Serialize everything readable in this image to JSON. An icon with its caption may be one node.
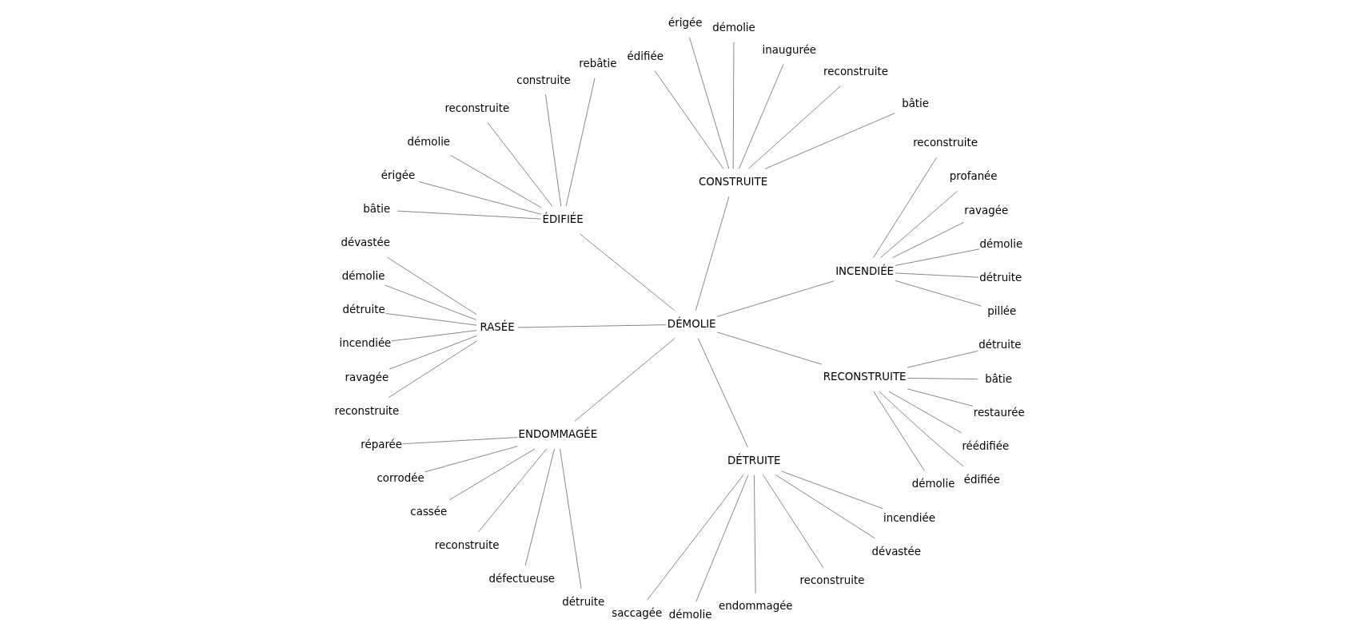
{
  "diagram": {
    "nodes": [
      {
        "text": [
          "DÉMOLIE"
        ]
      },
      {
        "text": [
          "INCENDIÉE"
        ]
      },
      {
        "text": [
          "pillée"
        ]
      },
      {
        "text": [
          "détruite"
        ]
      },
      {
        "text": [
          "démolie"
        ]
      },
      {
        "text": [
          "ravagée"
        ]
      },
      {
        "text": [
          "profanée"
        ]
      },
      {
        "text": [
          "reconstruite"
        ]
      },
      {
        "text": [
          "CONSTRUITE"
        ]
      },
      {
        "text": [
          "bâtie"
        ]
      },
      {
        "text": [
          "reconstruite"
        ]
      },
      {
        "text": [
          "inaugurée"
        ]
      },
      {
        "text": [
          "démolie"
        ]
      },
      {
        "text": [
          "érigée"
        ]
      },
      {
        "text": [
          "édifiée"
        ]
      },
      {
        "text": [
          "ÉDIFIÉE"
        ]
      },
      {
        "text": [
          "rebâtie"
        ]
      },
      {
        "text": [
          "construite"
        ]
      },
      {
        "text": [
          "reconstruite"
        ]
      },
      {
        "text": [
          "démolie"
        ]
      },
      {
        "text": [
          "érigée"
        ]
      },
      {
        "text": [
          "bâtie"
        ]
      },
      {
        "text": [
          "RASÉE"
        ]
      },
      {
        "text": [
          "dévastée"
        ]
      },
      {
        "text": [
          "démolie"
        ]
      },
      {
        "text": [
          "détruite"
        ]
      },
      {
        "text": [
          "incendiée"
        ]
      },
      {
        "text": [
          "ravagée"
        ]
      },
      {
        "text": [
          "reconstruite"
        ]
      },
      {
        "text": [
          "ENDOMMAGÉE"
        ]
      },
      {
        "text": [
          "réparée"
        ]
      },
      {
        "text": [
          "corrodée"
        ]
      },
      {
        "text": [
          "cassée"
        ]
      },
      {
        "text": [
          "reconstruite"
        ]
      },
      {
        "text": [
          "défectueuse"
        ]
      },
      {
        "text": [
          "détruite"
        ]
      },
      {
        "text": [
          "DÉTRUITE"
        ]
      },
      {
        "text": [
          "saccagée"
        ]
      },
      {
        "text": [
          "démolie"
        ]
      },
      {
        "text": [
          "endommagée"
        ]
      },
      {
        "text": [
          "reconstruite"
        ]
      },
      {
        "text": [
          "dévastée"
        ]
      },
      {
        "text": [
          "incendiée"
        ]
      },
      {
        "text": [
          "RECONSTRUITE"
        ]
      },
      {
        "text": [
          "édifiée"
        ]
      },
      {
        "text": [
          "démolie"
        ]
      },
      {
        "text": [
          "réédifiée"
        ]
      },
      {
        "text": [
          "restaurée"
        ]
      },
      {
        "text": [
          "bâtie"
        ]
      },
      {
        "text": [
          "détruite"
        ]
      }
    ],
    "edges": [
      {
        "from": 0,
        "to": 1,
        "arrow": "none"
      },
      {
        "from": 1,
        "to": 2,
        "arrow": "none"
      },
      {
        "from": 1,
        "to": 3,
        "arrow": "none"
      },
      {
        "from": 1,
        "to": 4,
        "arrow": "none"
      },
      {
        "from": 1,
        "to": 5,
        "arrow": "none"
      },
      {
        "from": 1,
        "to": 6,
        "arrow": "none"
      },
      {
        "from": 1,
        "to": 7,
        "arrow": "none"
      },
      {
        "from": 0,
        "to": 8,
        "arrow": "none"
      },
      {
        "from": 8,
        "to": 9,
        "arrow": "none"
      },
      {
        "from": 8,
        "to": 10,
        "arrow": "none"
      },
      {
        "from": 8,
        "to": 11,
        "arrow": "none"
      },
      {
        "from": 8,
        "to": 12,
        "arrow": "none"
      },
      {
        "from": 8,
        "to": 13,
        "arrow": "none"
      },
      {
        "from": 8,
        "to": 14,
        "arrow": "none"
      },
      {
        "from": 0,
        "to": 15,
        "arrow": "none"
      },
      {
        "from": 15,
        "to": 16,
        "arrow": "none"
      },
      {
        "from": 15,
        "to": 17,
        "arrow": "none"
      },
      {
        "from": 15,
        "to": 18,
        "arrow": "none"
      },
      {
        "from": 15,
        "to": 19,
        "arrow": "none"
      },
      {
        "from": 15,
        "to": 20,
        "arrow": "none"
      },
      {
        "from": 15,
        "to": 21,
        "arrow": "none"
      },
      {
        "from": 0,
        "to": 22,
        "arrow": "none"
      },
      {
        "from": 22,
        "to": 23,
        "arrow": "none"
      },
      {
        "from": 22,
        "to": 24,
        "arrow": "none"
      },
      {
        "from": 22,
        "to": 25,
        "arrow": "none"
      },
      {
        "from": 22,
        "to": 26,
        "arrow": "none"
      },
      {
        "from": 22,
        "to": 27,
        "arrow": "none"
      },
      {
        "from": 22,
        "to": 28,
        "arrow": "none"
      },
      {
        "from": 0,
        "to": 29,
        "arrow": "none"
      },
      {
        "from": 29,
        "to": 30,
        "arrow": "none"
      },
      {
        "from": 29,
        "to": 31,
        "arrow": "none"
      },
      {
        "from": 29,
        "to": 32,
        "arrow": "none"
      },
      {
        "from": 29,
        "to": 33,
        "arrow": "none"
      },
      {
        "from": 29,
        "to": 34,
        "arrow": "none"
      },
      {
        "from": 29,
        "to": 35,
        "arrow": "none"
      },
      {
        "from": 0,
        "to": 36,
        "arrow": "none"
      },
      {
        "from": 36,
        "to": 37,
        "arrow": "none"
      },
      {
        "from": 36,
        "to": 38,
        "arrow": "none"
      },
      {
        "from": 36,
        "to": 39,
        "arrow": "none"
      },
      {
        "from": 36,
        "to": 40,
        "arrow": "none"
      },
      {
        "from": 36,
        "to": 41,
        "arrow": "none"
      },
      {
        "from": 36,
        "to": 42,
        "arrow": "none"
      },
      {
        "from": 0,
        "to": 43,
        "arrow": "none"
      },
      {
        "from": 43,
        "to": 44,
        "arrow": "none"
      },
      {
        "from": 43,
        "to": 45,
        "arrow": "none"
      },
      {
        "from": 43,
        "to": 46,
        "arrow": "none"
      },
      {
        "from": 43,
        "to": 47,
        "arrow": "none"
      },
      {
        "from": 43,
        "to": 48,
        "arrow": "none"
      },
      {
        "from": 43,
        "to": 49,
        "arrow": "none"
      }
    ]
  }
}
